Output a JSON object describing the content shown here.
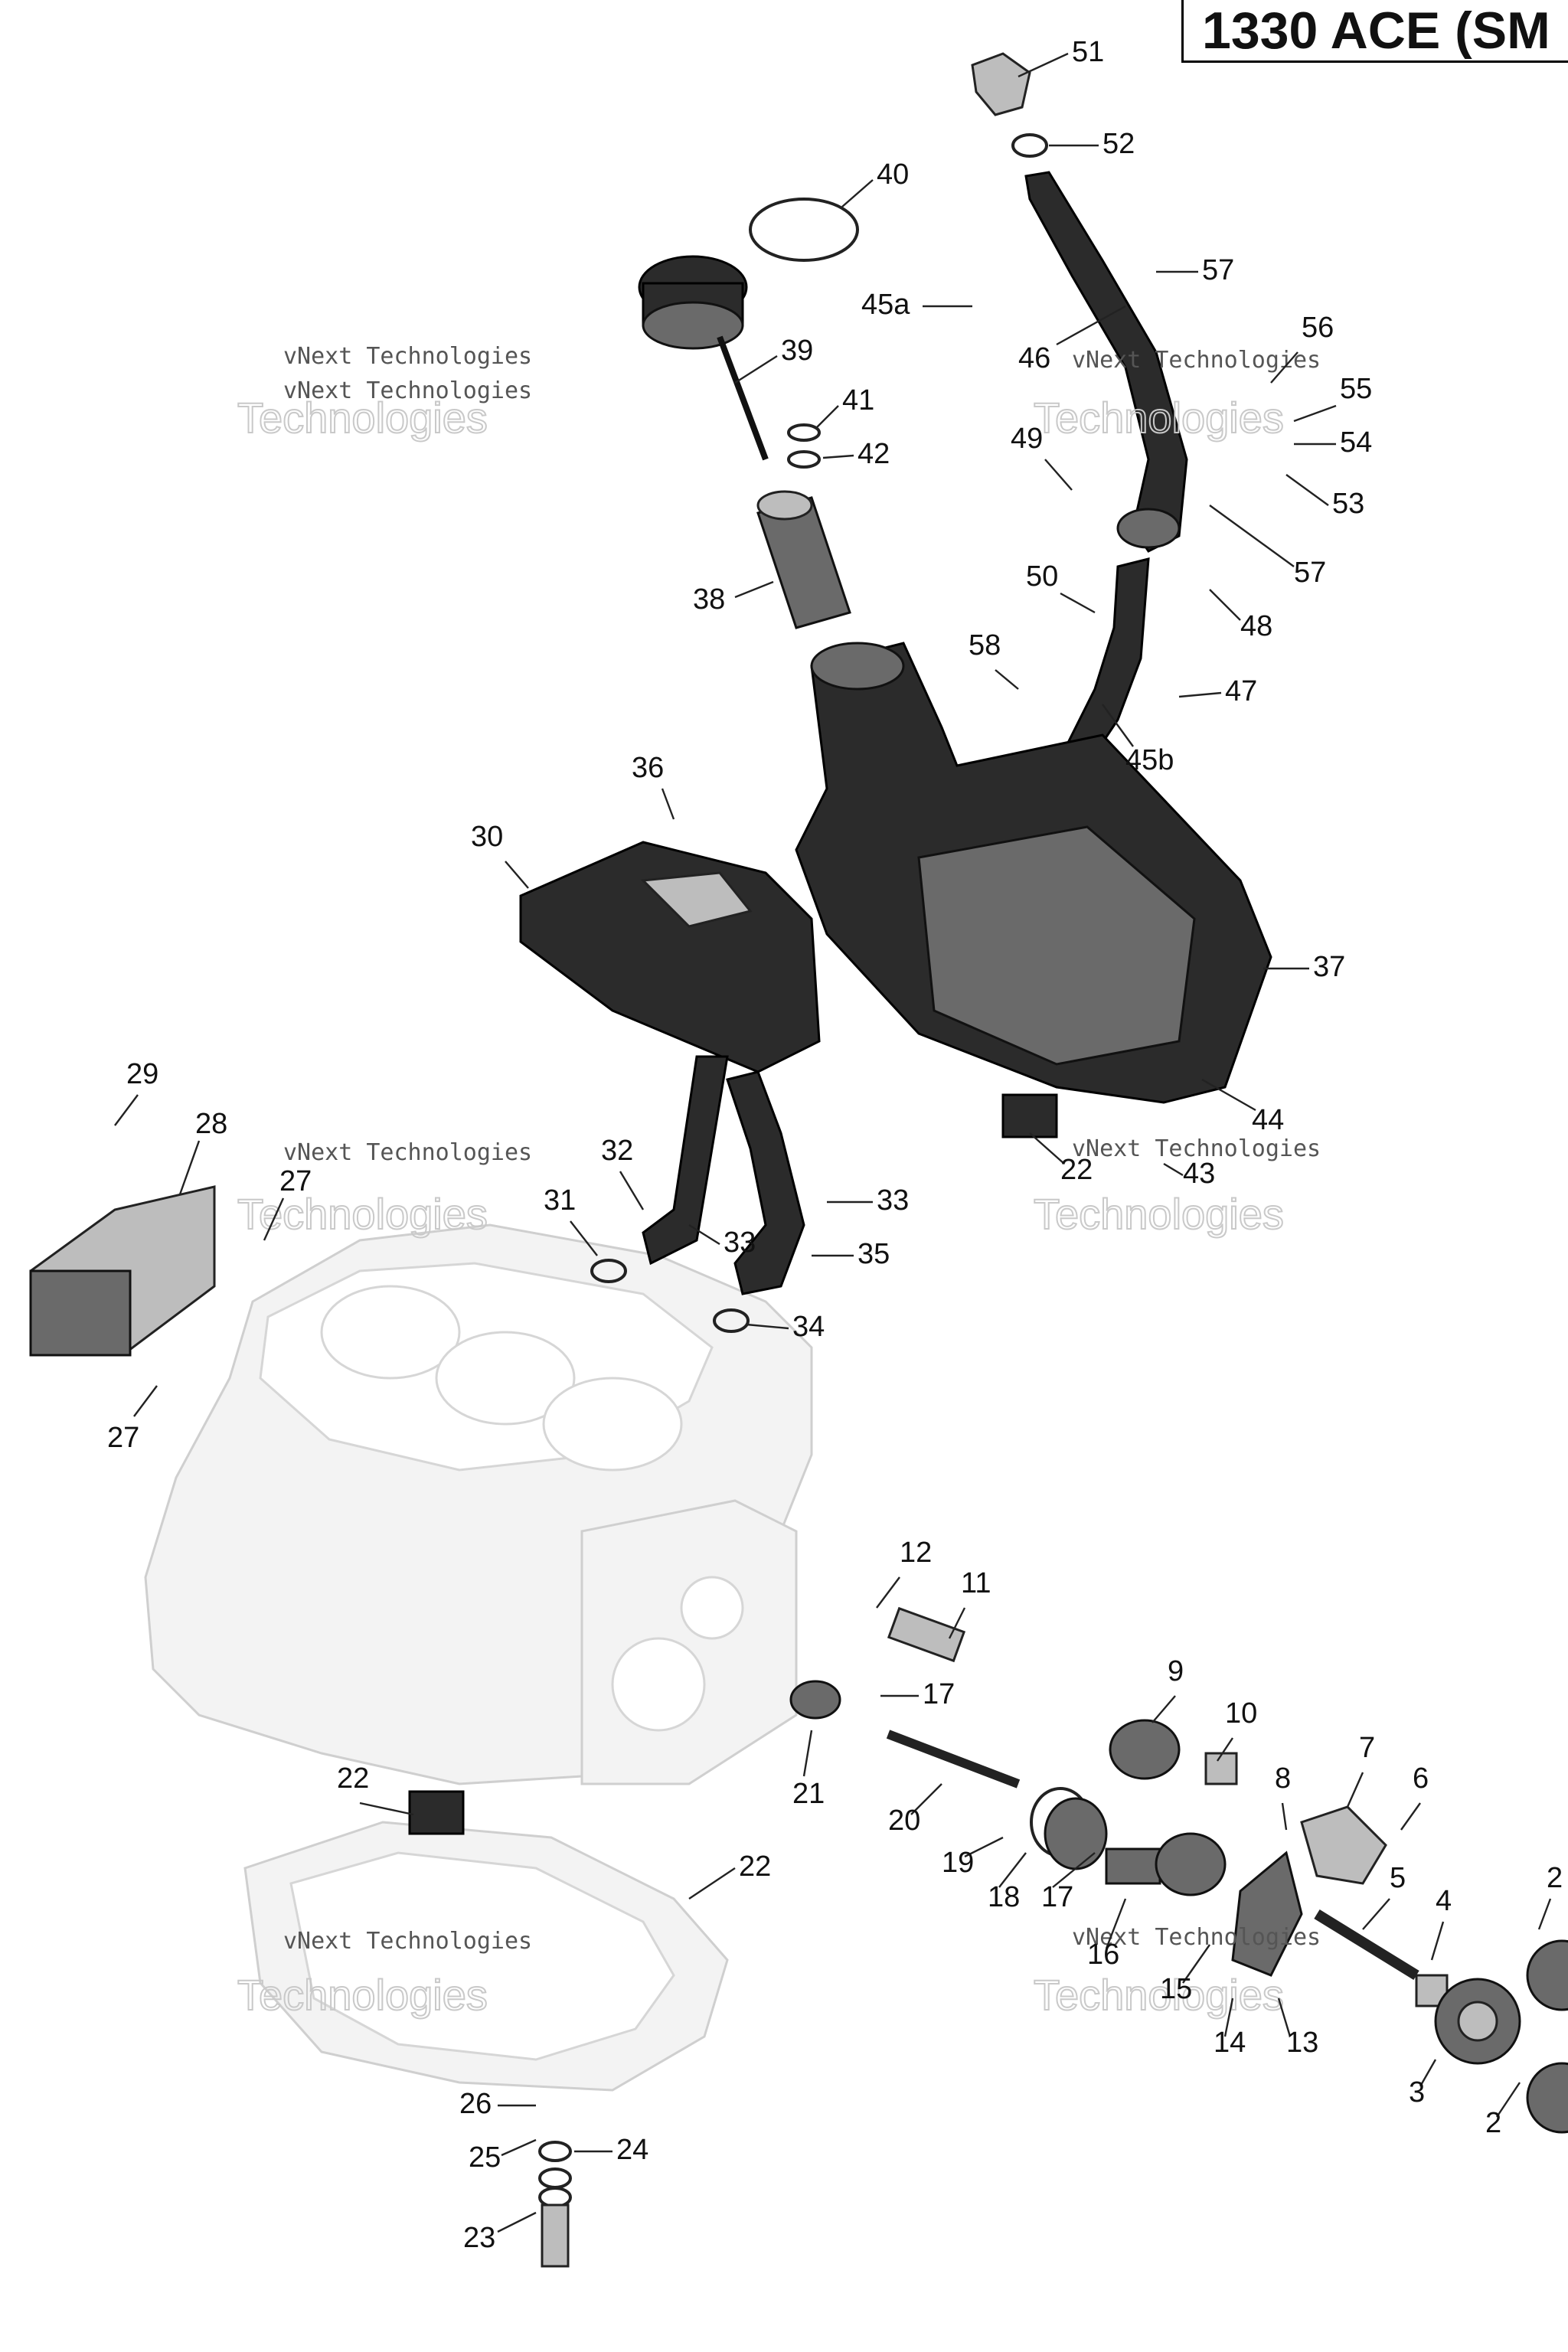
{
  "title": "1330 ACE (SM",
  "watermark": {
    "line1": "vNext Technologies",
    "line2": "vNext",
    "line3": "Technologies"
  },
  "callouts": [
    {
      "id": "c51",
      "text": "51"
    },
    {
      "id": "c52",
      "text": "52"
    },
    {
      "id": "c40",
      "text": "40"
    },
    {
      "id": "c57a",
      "text": "57"
    },
    {
      "id": "c45a",
      "text": "45a"
    },
    {
      "id": "c46",
      "text": "46"
    },
    {
      "id": "c56",
      "text": "56"
    },
    {
      "id": "c39",
      "text": "39"
    },
    {
      "id": "c55",
      "text": "55"
    },
    {
      "id": "c41",
      "text": "41"
    },
    {
      "id": "c54",
      "text": "54"
    },
    {
      "id": "c49",
      "text": "49"
    },
    {
      "id": "c42",
      "text": "42"
    },
    {
      "id": "c53",
      "text": "53"
    },
    {
      "id": "c57b",
      "text": "57"
    },
    {
      "id": "c50",
      "text": "50"
    },
    {
      "id": "c38",
      "text": "38"
    },
    {
      "id": "c48",
      "text": "48"
    },
    {
      "id": "c58",
      "text": "58"
    },
    {
      "id": "c47",
      "text": "47"
    },
    {
      "id": "c45b",
      "text": "45b"
    },
    {
      "id": "c36",
      "text": "36"
    },
    {
      "id": "c30",
      "text": "30"
    },
    {
      "id": "c37",
      "text": "37"
    },
    {
      "id": "c29",
      "text": "29"
    },
    {
      "id": "c28",
      "text": "28"
    },
    {
      "id": "c44",
      "text": "44"
    },
    {
      "id": "c32",
      "text": "32"
    },
    {
      "id": "c22a",
      "text": "22"
    },
    {
      "id": "c27a",
      "text": "27"
    },
    {
      "id": "c31",
      "text": "31"
    },
    {
      "id": "c33a",
      "text": "33"
    },
    {
      "id": "c33b",
      "text": "33"
    },
    {
      "id": "c35",
      "text": "35"
    },
    {
      "id": "c34",
      "text": "34"
    },
    {
      "id": "c27b",
      "text": "27"
    },
    {
      "id": "c43",
      "text": "43"
    },
    {
      "id": "c12",
      "text": "12"
    },
    {
      "id": "c11",
      "text": "11"
    },
    {
      "id": "c9",
      "text": "9"
    },
    {
      "id": "c17a",
      "text": "17"
    },
    {
      "id": "c10",
      "text": "10"
    },
    {
      "id": "c7",
      "text": "7"
    },
    {
      "id": "c21",
      "text": "21"
    },
    {
      "id": "c8",
      "text": "8"
    },
    {
      "id": "c6",
      "text": "6"
    },
    {
      "id": "c22b",
      "text": "22"
    },
    {
      "id": "c20",
      "text": "20"
    },
    {
      "id": "c19",
      "text": "19"
    },
    {
      "id": "c22c",
      "text": "22"
    },
    {
      "id": "c18",
      "text": "18"
    },
    {
      "id": "c17b",
      "text": "17"
    },
    {
      "id": "c5",
      "text": "5"
    },
    {
      "id": "c4",
      "text": "4"
    },
    {
      "id": "c2a",
      "text": "2"
    },
    {
      "id": "c16",
      "text": "16"
    },
    {
      "id": "c15",
      "text": "15"
    },
    {
      "id": "c14",
      "text": "14"
    },
    {
      "id": "c13",
      "text": "13"
    },
    {
      "id": "c3",
      "text": "3"
    },
    {
      "id": "c2b",
      "text": "2"
    },
    {
      "id": "c26",
      "text": "26"
    },
    {
      "id": "c24",
      "text": "24"
    },
    {
      "id": "c25",
      "text": "25"
    },
    {
      "id": "c23",
      "text": "23"
    }
  ]
}
